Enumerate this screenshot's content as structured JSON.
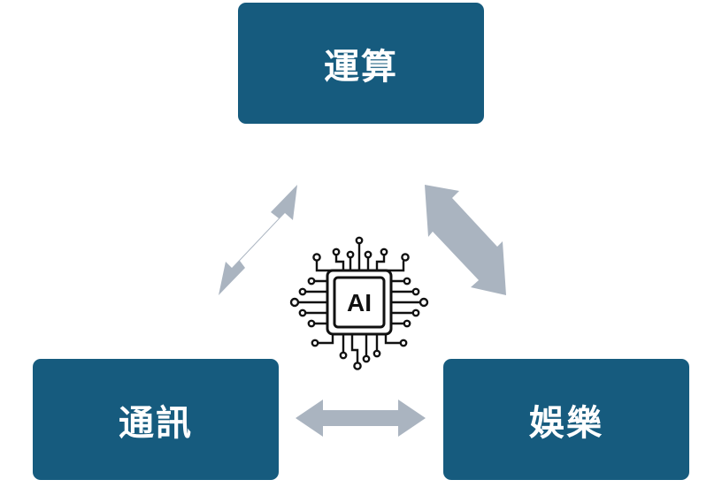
{
  "nodes": {
    "top": "運算",
    "left": "通訊",
    "right": "娛樂"
  },
  "center_icon": {
    "name": "ai-chip-icon",
    "label": "AI"
  },
  "colors": {
    "box_fill": "#165b7e",
    "box_text": "#ffffff",
    "arrow": "#aab4c0",
    "chip": "#111111"
  }
}
